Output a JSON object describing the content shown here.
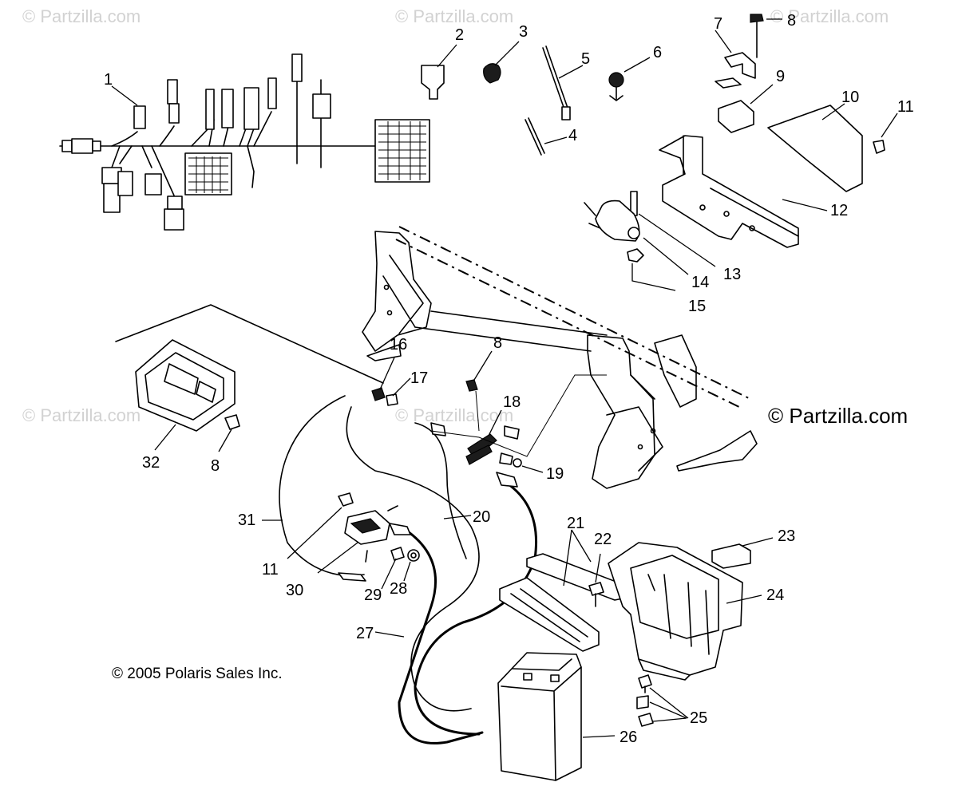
{
  "watermarks": [
    "© Partzilla.com",
    "© Partzilla.com",
    "© Partzilla.com",
    "© Partzilla.com",
    "© Partzilla.com"
  ],
  "brand_mark": "© Partzilla.com",
  "copyright": "© 2005 Polaris Sales Inc.",
  "callouts": [
    "1",
    "2",
    "3",
    "5",
    "6",
    "7",
    "8",
    "9",
    "4",
    "10",
    "11",
    "12",
    "13",
    "14",
    "15",
    "16",
    "17",
    "8",
    "18",
    "19",
    "20",
    "21",
    "22",
    "23",
    "24",
    "25",
    "26",
    "27",
    "28",
    "29",
    "30",
    "31",
    "11",
    "32",
    "8"
  ]
}
